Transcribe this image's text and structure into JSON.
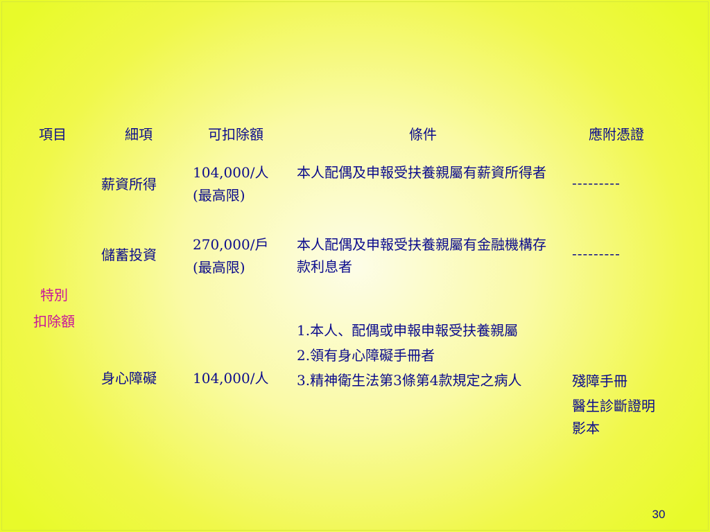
{
  "headers": {
    "item": "項目",
    "sub_item": "細項",
    "amount": "可扣除額",
    "condition": "條件",
    "evidence": "應附憑證"
  },
  "category": {
    "line1": "特別",
    "line2": "扣除額"
  },
  "rows": [
    {
      "sub_item": "薪資所得",
      "amount_line1": "104,000/人",
      "amount_line2": "(最高限)",
      "condition": "本人配偶及申報受扶養親屬有薪資所得者",
      "evidence": "---------"
    },
    {
      "sub_item": "儲蓄投資",
      "amount_line1": "270,000/戶",
      "amount_line2": "(最高限)",
      "condition": "本人配偶及申報受扶養親屬有金融機構存款利息者",
      "evidence": "---------"
    },
    {
      "sub_item": "身心障礙",
      "amount_line1": "104,000/人",
      "conditions": [
        "1.本人、配偶或申報申報受扶養親屬",
        "2.領有身心障礙手冊者",
        "3.精神衛生法第3條第4款規定之病人"
      ],
      "evidence_line1": "殘障手冊",
      "evidence_line2": "醫生診斷證明影本"
    }
  ],
  "page_number": "30"
}
